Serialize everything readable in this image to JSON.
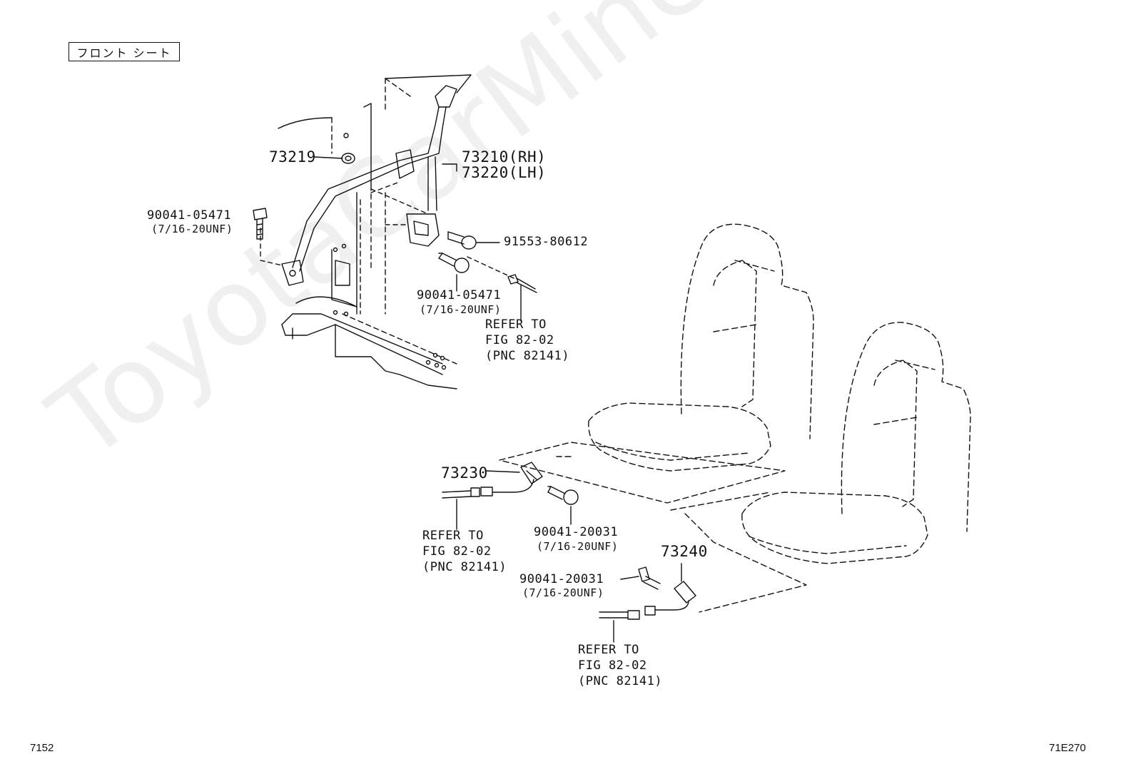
{
  "title": "フロント シート",
  "figure_number": "7152",
  "drawing_code": "71E270",
  "watermark": "ToyotaCarMine.ru",
  "callouts": {
    "p73219": "73219",
    "p73210": "73210(RH)",
    "p73220": "73220(LH)",
    "bolt_upper_left": "90041-05471",
    "bolt_upper_left_spec": "(7/16-20UNF)",
    "bolt_91553": "91553-80612",
    "bolt_mid": "90041-05471",
    "bolt_mid_spec": "(7/16-20UNF)",
    "p73230": "73230",
    "p73240": "73240",
    "bolt_73230": "90041-20031",
    "bolt_73230_spec": "(7/16-20UNF)",
    "bolt_73240": "90041-20031",
    "bolt_73240_spec": "(7/16-20UNF)"
  },
  "refer_1": [
    "REFER TO",
    "FIG 82-02",
    "(PNC 82141)"
  ],
  "refer_2": [
    "REFER TO",
    "FIG 82-02",
    "(PNC 82141)"
  ],
  "refer_3": [
    "REFER TO",
    "FIG 82-02",
    "(PNC 82141)"
  ]
}
